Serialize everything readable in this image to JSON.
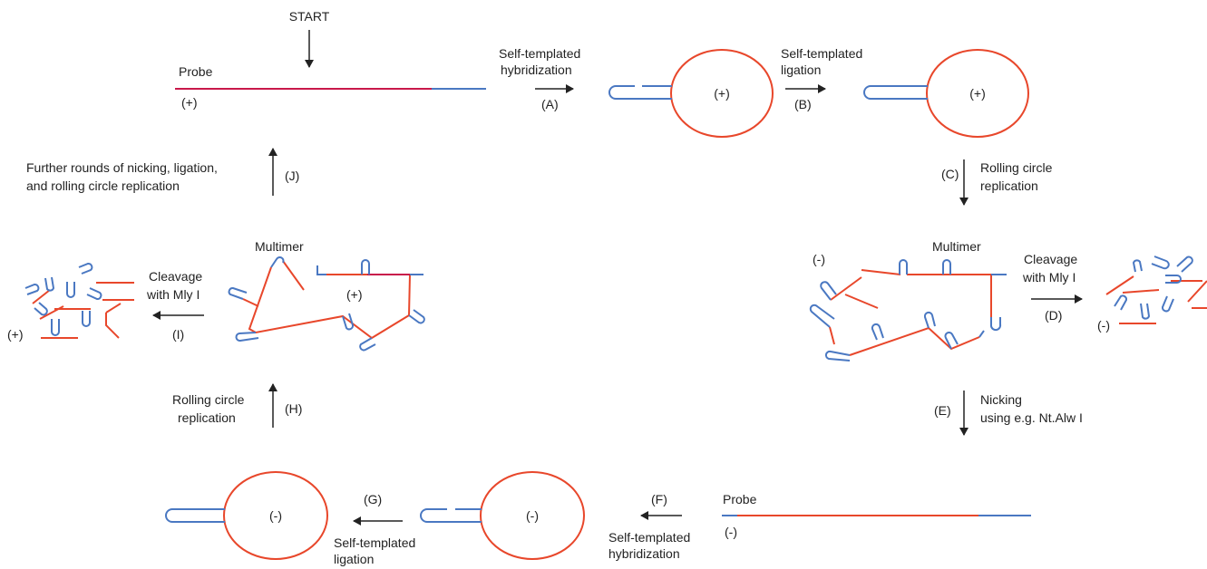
{
  "colors": {
    "red": "#e8472b",
    "blue": "#4a78c2",
    "crimson": "#c8184a",
    "arrow": "#222222",
    "text": "#222222"
  },
  "labels": {
    "start": "START",
    "probe_top": "Probe",
    "probe_top_sign": "(+)",
    "a_line1": "Self-templated",
    "a_line2": "hybridization",
    "a_step": "(A)",
    "circle_a_sign": "(+)",
    "b_line1": "Self-templated",
    "b_line2": "ligation",
    "b_step": "(B)",
    "circle_b_sign": "(+)",
    "c_step": "(C)",
    "c_line1": "Rolling circle",
    "c_line2": "replication",
    "multimer_right": "Multimer",
    "multimer_right_sign": "(-)",
    "d_line1": "Cleavage",
    "d_line2": "with Mly I",
    "d_step": "(D)",
    "frag_right_sign": "(-)",
    "e_step": "(E)",
    "e_line1": "Nicking",
    "e_line2": "using e.g. Nt.Alw I",
    "probe_bottom": "Probe",
    "probe_bottom_sign": "(-)",
    "f_step": "(F)",
    "f_line1": "Self-templated",
    "f_line2": "hybridization",
    "circle_f_sign": "(-)",
    "g_step": "(G)",
    "g_line1": "Self-templated",
    "g_line2": "ligation",
    "circle_g_sign": "(-)",
    "h_line1": "Rolling circle",
    "h_line2": "replication",
    "h_step": "(H)",
    "multimer_left": "Multimer",
    "multimer_left_sign": "(+)",
    "i_line1": "Cleavage",
    "i_line2": "with Mly I",
    "i_step": "(I)",
    "frag_left_sign": "(+)",
    "j_line1": "Further rounds of nicking, ligation,",
    "j_line2": "and rolling circle replication",
    "j_step": "(J)"
  }
}
